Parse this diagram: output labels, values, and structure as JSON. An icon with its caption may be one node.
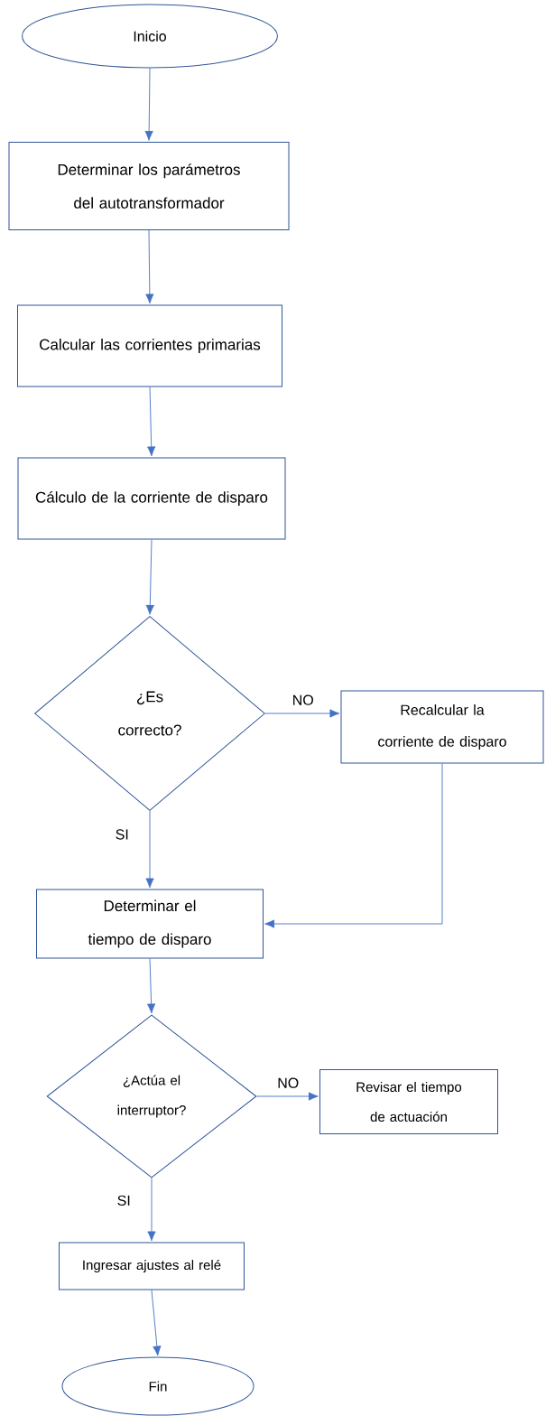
{
  "diagram": {
    "nodes": [
      {
        "text": [
          "Inicio"
        ]
      },
      {
        "text": [
          "Determinar los parámetros del autotransformador"
        ]
      },
      {
        "text": [
          "Calcular las corrientes primarias"
        ]
      },
      {
        "text": [
          "Cálculo de la corriente de disparo"
        ]
      },
      {
        "text": [
          "¿Es correcto?"
        ]
      },
      {
        "text": [
          "Recalcular la corriente de disparo"
        ]
      },
      {
        "text": [
          "Determinar el tiempo de disparo"
        ]
      },
      {
        "text": [
          "¿Actúa el interruptor?"
        ]
      },
      {
        "text": [
          "Revisar el tiempo de actuación"
        ]
      },
      {
        "text": [
          "Ingresar ajustes al relé"
        ]
      },
      {
        "text": [
          "Fin"
        ]
      }
    ],
    "edges": [
      {
        "from": 0,
        "to": 1,
        "arrow": "to"
      },
      {
        "from": 1,
        "to": 2,
        "arrow": "to"
      },
      {
        "from": 2,
        "to": 3,
        "arrow": "to"
      },
      {
        "from": 3,
        "to": 4,
        "arrow": "to"
      },
      {
        "from": 4,
        "to": 5,
        "arrow": "to",
        "label": "NO"
      },
      {
        "from": 4,
        "to": 6,
        "arrow": "to",
        "label": "SI"
      },
      {
        "from": 5,
        "to": 6,
        "arrow": "to"
      },
      {
        "from": 6,
        "to": 7,
        "arrow": "to"
      },
      {
        "from": 7,
        "to": 8,
        "arrow": "to",
        "label": "NO"
      },
      {
        "from": 7,
        "to": 9,
        "arrow": "to",
        "label": "SI"
      },
      {
        "from": 9,
        "to": 10,
        "arrow": "to"
      }
    ]
  }
}
